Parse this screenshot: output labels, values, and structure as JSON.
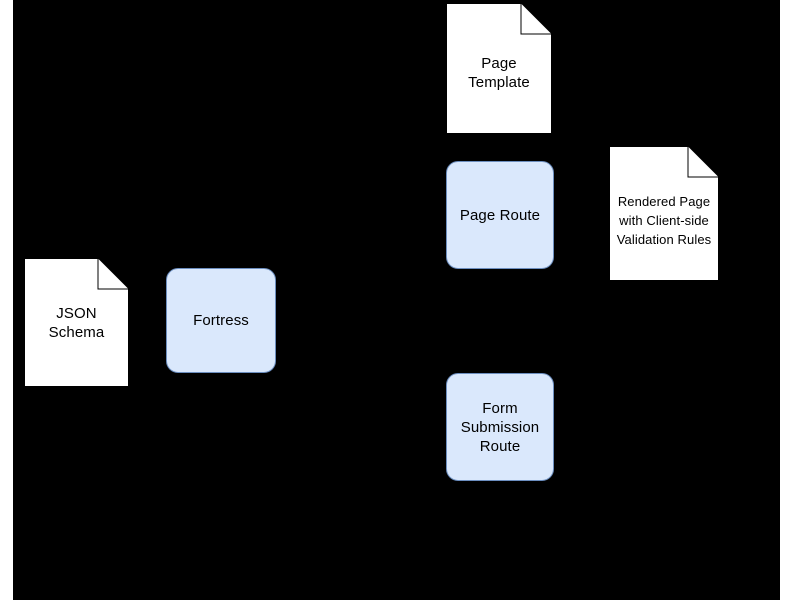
{
  "diagram": {
    "background_color": "#000000",
    "page_color": "#ffffff",
    "node_fill": "#dae8fc",
    "node_stroke": "#6c8ebf",
    "document_fill": "#ffffff",
    "document_stroke": "#000000",
    "edge_color": "#000000",
    "nodes": [
      {
        "id": "json-schema",
        "label": "JSON\nSchema",
        "shape": "document"
      },
      {
        "id": "fortress",
        "label": "Fortress",
        "shape": "process"
      },
      {
        "id": "page-template",
        "label": "Page\nTemplate",
        "shape": "document"
      },
      {
        "id": "page-route",
        "label": "Page Route",
        "shape": "process"
      },
      {
        "id": "rendered-page",
        "label": "Rendered Page\nwith Client-side\nValidation Rules",
        "shape": "document"
      },
      {
        "id": "form-submission",
        "label": "Form\nSubmission\nRoute",
        "shape": "process"
      }
    ]
  }
}
